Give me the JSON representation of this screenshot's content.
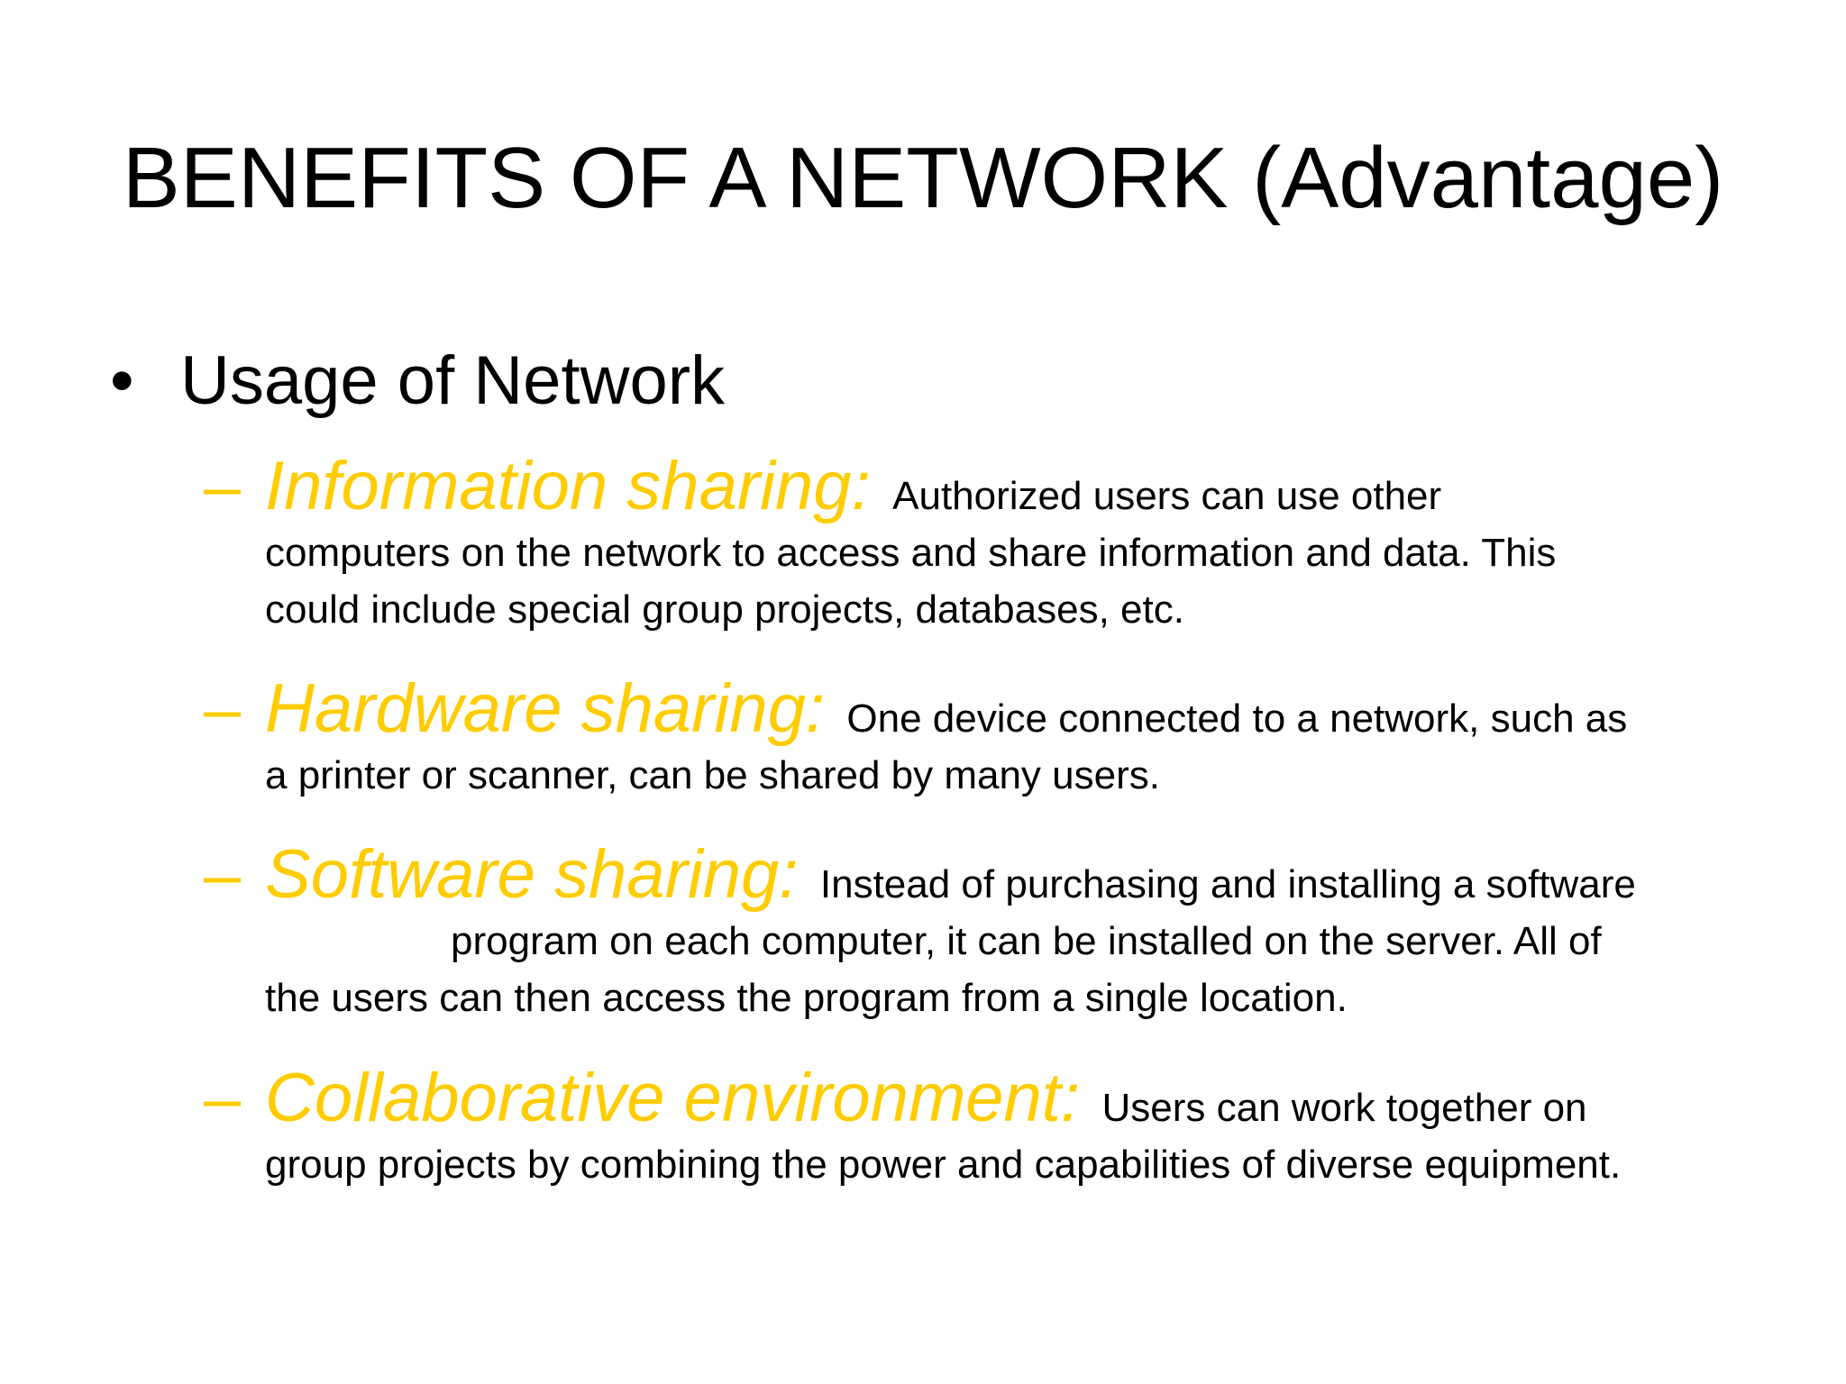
{
  "slide": {
    "title": "BENEFITS OF A NETWORK (Advantage)",
    "bullet": {
      "symbol": "•",
      "text": "Usage of Network"
    },
    "dash_symbol": "–",
    "colors": {
      "term": "#FFCC00",
      "text": "#000000",
      "background": "#FFFFFF"
    },
    "items": [
      {
        "term": "Information sharing:",
        "first_line": "Authorized users can use other",
        "lines": [
          "computers on the network to access and share information and data.  This",
          "could include special group projects, databases, etc."
        ]
      },
      {
        "term": "Hardware sharing:",
        "first_line": "One device connected to a network, such as",
        "lines": [
          "a printer or scanner, can be shared by many users."
        ]
      },
      {
        "term": "Software sharing:",
        "first_line": "Instead of purchasing and installing a software",
        "lines": [
          "program on each computer, it can be installed on the server.  All of",
          "the users can then access the program from a single location."
        ]
      },
      {
        "term": "Collaborative environment:",
        "first_line": "Users can work together on",
        "lines": [
          "group projects by combining the power and capabilities of diverse equipment."
        ]
      }
    ]
  }
}
